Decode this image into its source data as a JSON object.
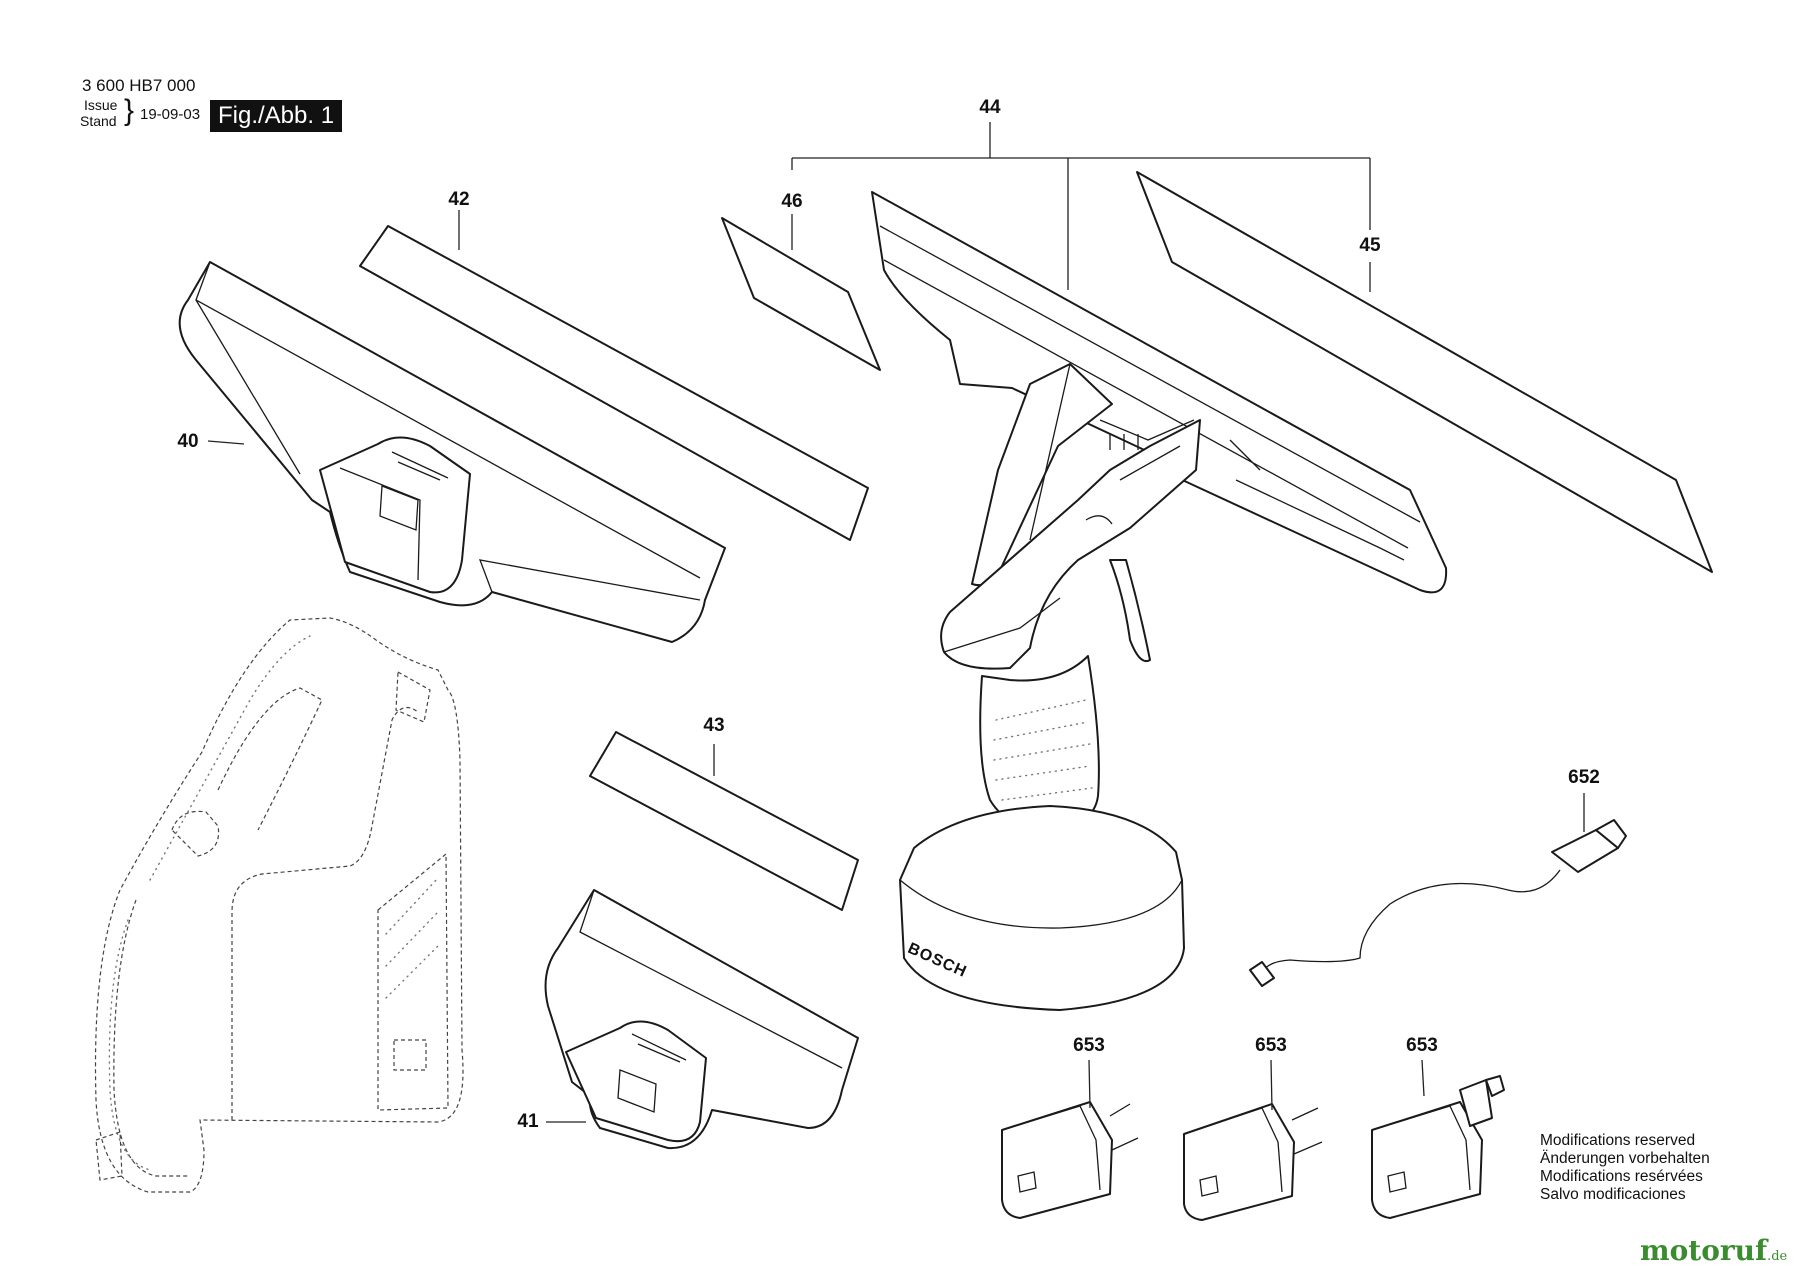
{
  "header": {
    "part_number": "3 600 HB7 000",
    "issue_label": "Issue",
    "stand_label": "Stand",
    "date": "19-09-03",
    "figure_label": "Fig./Abb. 1"
  },
  "callouts": {
    "c40": "40",
    "c41": "41",
    "c42": "42",
    "c43": "43",
    "c44": "44",
    "c45": "45",
    "c46": "46",
    "c652": "652",
    "c653a": "653",
    "c653b": "653",
    "c653c": "653"
  },
  "product_marking": "BOSCH",
  "modifications": [
    "Modifications reserved",
    "Änderungen vorbehalten",
    "Modifications resérvées",
    "Salvo modificaciones"
  ],
  "watermark": {
    "name": "motoruf",
    "tld": ".de",
    "color": "#3a8c2e"
  }
}
